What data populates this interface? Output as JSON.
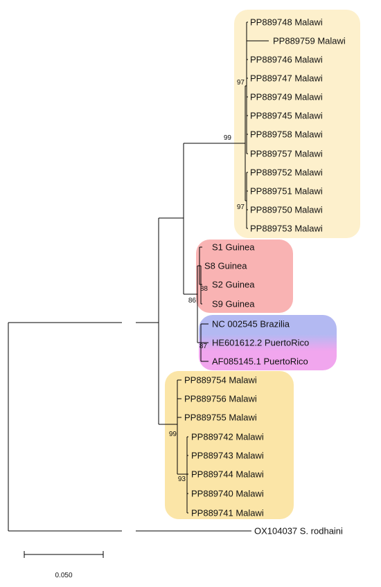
{
  "colors": {
    "malawi_upper": "#fdf0cc",
    "guinea": "#f9b3b3",
    "brazil_top": "#b3b9f2",
    "brazil_bottom": "#f1a6ee",
    "malawi_lower": "#fbe5a7",
    "branch": "#000000"
  },
  "tree": {
    "cluster_a": {
      "leaves": [
        "PP889748 Malawi",
        "PP889759 Malawi",
        "PP889746 Malawi",
        "PP889747 Malawi",
        "PP889749 Malawi",
        "PP889745 Malawi",
        "PP889758 Malawi",
        "PP889757 Malawi",
        "PP889752 Malawi",
        "PP889751 Malawi",
        "PP889750 Malawi",
        "PP889753 Malawi"
      ],
      "bootstrap_outer": "99",
      "bootstrap_top": "97",
      "bootstrap_bottom": "97"
    },
    "cluster_guinea": {
      "leaves": [
        "S1 Guinea",
        "S8 Guinea",
        "S2 Guinea",
        "S9 Guinea"
      ],
      "bootstrap": "88"
    },
    "cluster_americas": {
      "leaves": [
        "NC 002545 Brazilia",
        "HE601612.2 PuertoRico",
        "AF085145.1 PuertoRico"
      ],
      "bootstrap": "87"
    },
    "node_86": "86",
    "cluster_b": {
      "leaves": [
        "PP889754 Malawi",
        "PP889756 Malawi",
        "PP889755 Malawi",
        "PP889742 Malawi",
        "PP889743 Malawi",
        "PP889744 Malawi",
        "PP889740 Malawi",
        "PP889741 Malawi"
      ],
      "bootstrap_outer": "99",
      "bootstrap_inner": "93"
    },
    "outgroup": "OX104037 S. rodhaini"
  },
  "scale_bar": {
    "label": "0.050",
    "value": 0.05
  }
}
